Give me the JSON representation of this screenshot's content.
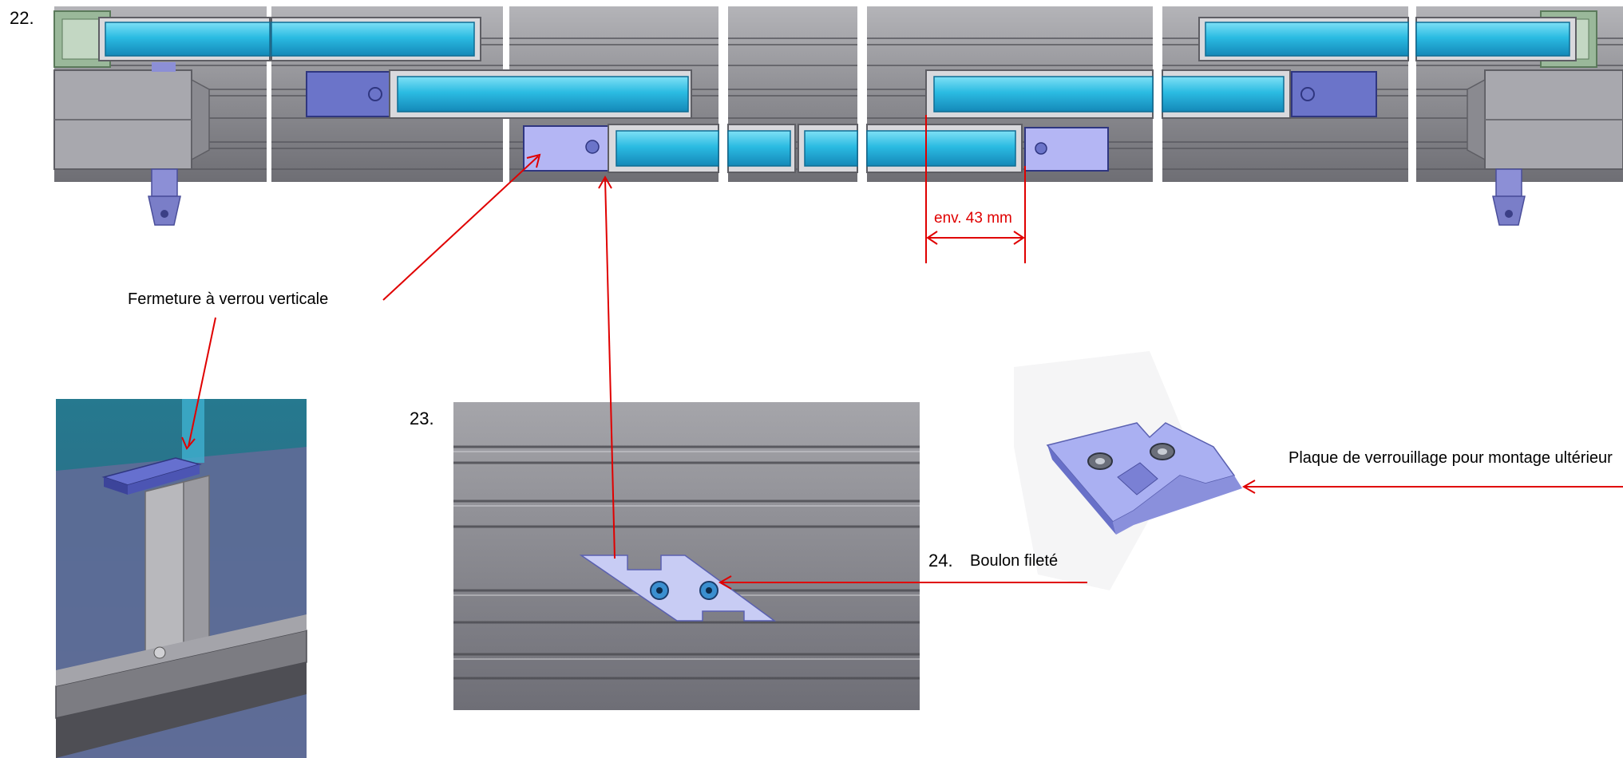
{
  "steps": {
    "s22": "22.",
    "s23": "23.",
    "s24": "24."
  },
  "labels": {
    "vertical_latch": "Fermeture à verrou verticale",
    "locking_plate": "Plaque de verrouillage pour montage ultérieur",
    "threaded_bolt": "Boulon fileté",
    "dimension": "env. 43 mm"
  },
  "colors": {
    "annotation": "#e00000",
    "profile_gray": "#8e8e92",
    "glass_cyan": "#25b5dc",
    "latch_blue": "#8a8fe0",
    "frame_green": "#9ab89a"
  }
}
